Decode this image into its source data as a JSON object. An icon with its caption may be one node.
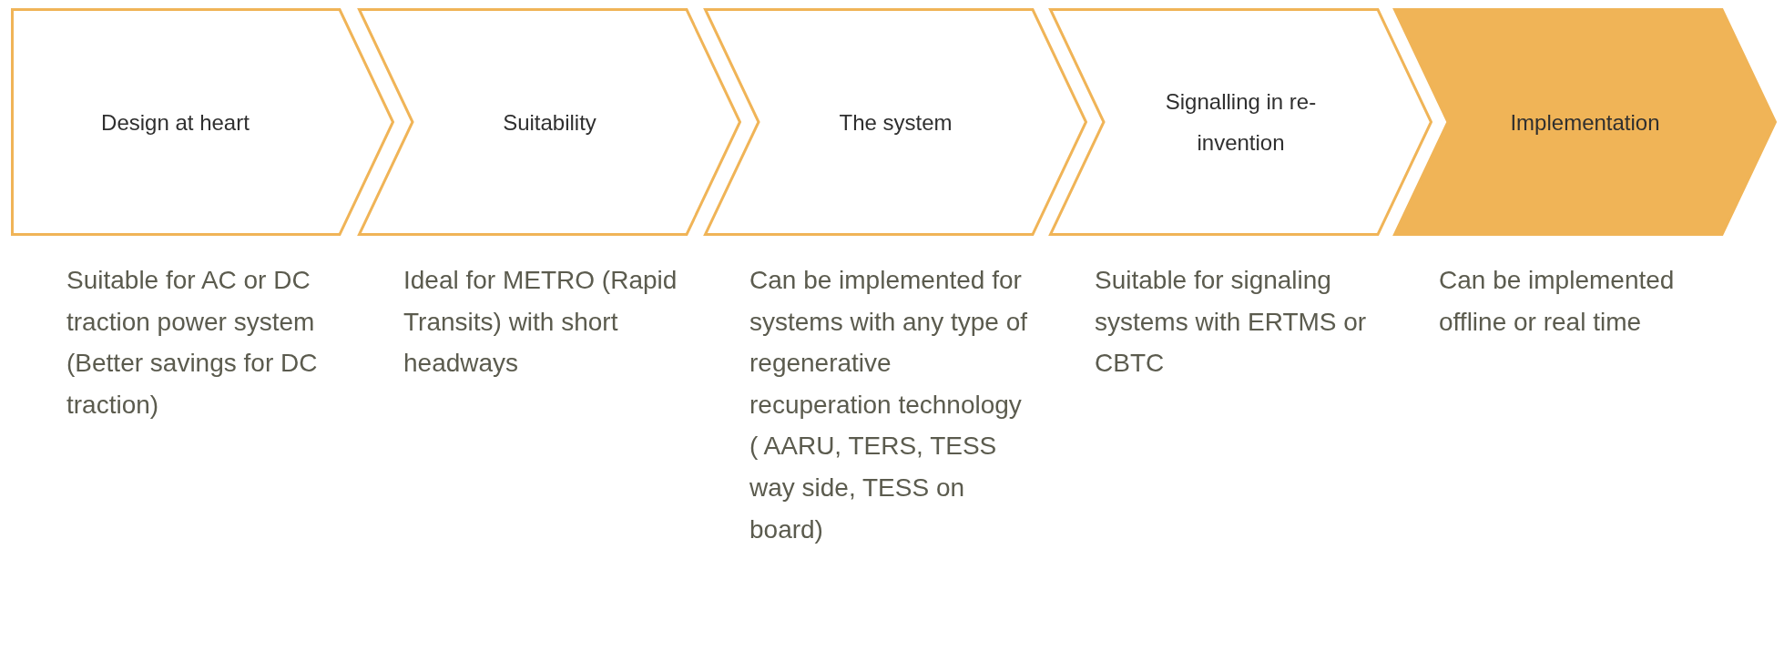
{
  "diagram": {
    "nodes": [
      {
        "text": [
          "Design at heart"
        ],
        "beside": [
          "Suitable for AC or DC traction power system (Better savings for DC traction)"
        ]
      },
      {
        "text": [
          "Suitability"
        ],
        "beside": [
          "Ideal for METRO (Rapid Transits) with short headways"
        ]
      },
      {
        "text": [
          "The system"
        ],
        "beside": [
          "Can be implemented for systems with any type of regenerative recuperation technology ( AARU, TERS, TESS way side, TESS on board)"
        ]
      },
      {
        "text": [
          "Signalling in re-invention"
        ],
        "beside": [
          "Suitable for signaling systems with ERTMS or CBTC"
        ]
      },
      {
        "text": [
          "Implementation"
        ],
        "beside": [
          "Can be implemented offline or real time"
        ]
      }
    ]
  }
}
